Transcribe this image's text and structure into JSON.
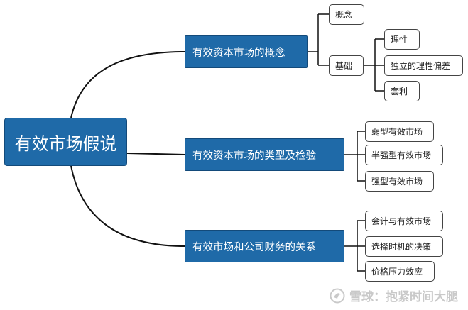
{
  "root": {
    "label": "有效市场假说"
  },
  "branches": [
    {
      "label": "有效资本市场的概念",
      "children": [
        {
          "label": "概念"
        },
        {
          "label": "基础",
          "children": [
            "理性",
            "独立的理性偏差",
            "套利"
          ]
        }
      ]
    },
    {
      "label": "有效资本市场的类型及检验",
      "children": [
        "弱型有效市场",
        "半强型有效市场",
        "强型有效市场"
      ]
    },
    {
      "label": "有效市场和公司财务的关系",
      "children": [
        "会计与有效市场",
        "选择时机的决策",
        "价格压力效应"
      ]
    }
  ],
  "watermark": {
    "text": "雪球：抱紧时间大腿"
  }
}
